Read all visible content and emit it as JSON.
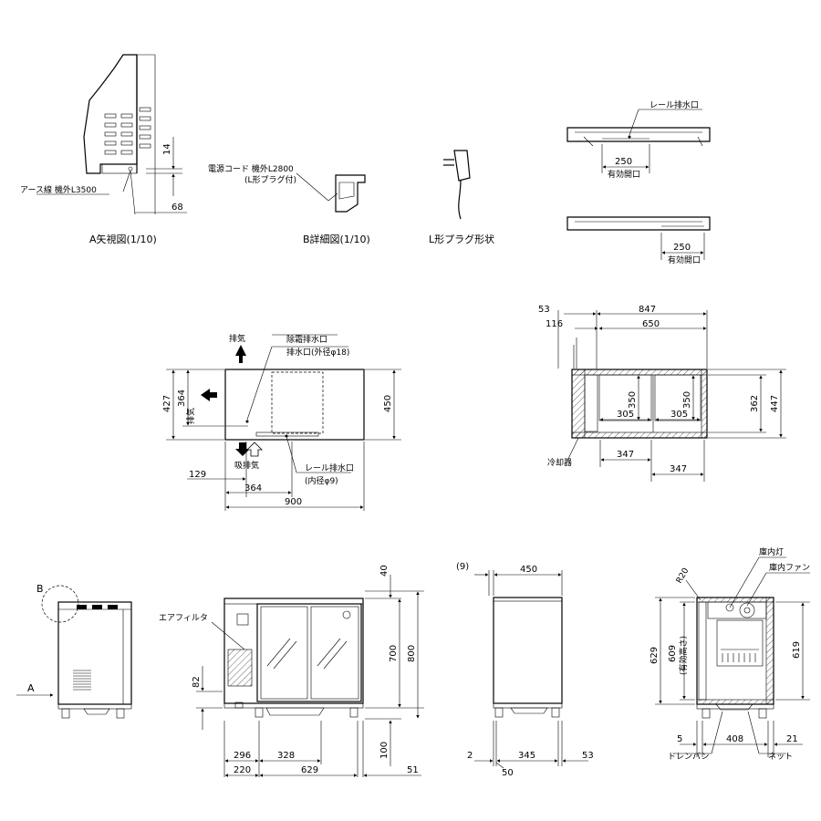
{
  "captions": {
    "view_a": "A矢視図(1/10)",
    "detail_b": "B詳細図(1/10)",
    "plug_shape": "L形プラグ形状"
  },
  "labels": {
    "earth_wire": "アース線  機外L3500",
    "power_cord": "電源コード  機外L2800",
    "plug_note": "(L形プラグ付)",
    "rail_drain": "レール排水口",
    "effective_opening": "有効開口",
    "exhaust": "排気",
    "intake_exhaust": "吸排気",
    "defrost_drain": "除霜排水口",
    "drain_outer": "排水口(外径φ18)",
    "rail_drain_inner": "レール排水口",
    "inner_dia": "(内径φ9)",
    "cooler": "冷却器",
    "air_filter": "エアフィルタ",
    "detail_mark": "B",
    "view_mark": "A",
    "inner_light": "庫内灯",
    "inner_fan": "庫内ファン",
    "radius": "R20",
    "effective_height": "(有効高さ)",
    "drain_pan": "ドレンパン",
    "net": "ネット"
  },
  "dims": {
    "d14": "14",
    "d68": "68",
    "d250a": "250",
    "d250b": "250",
    "d427": "427",
    "d364v": "364",
    "d450v": "450",
    "d129": "129",
    "d364h": "364",
    "d900": "900",
    "d53": "53",
    "d847": "847",
    "d116": "116",
    "d650": "650",
    "d350a": "350",
    "d350b": "350",
    "d305a": "305",
    "d305b": "305",
    "d362": "362",
    "d447": "447",
    "d347a": "347",
    "d347b": "347",
    "d40": "40",
    "d700": "700",
    "d800": "800",
    "d82": "82",
    "d100": "100",
    "d296": "296",
    "d328": "328",
    "d220": "220",
    "d629h": "629",
    "d51": "51",
    "d9": "(9)",
    "d450s": "450",
    "d2": "2",
    "d345": "345",
    "d53s": "53",
    "d50": "50",
    "d629v": "629",
    "d609": "609",
    "d619": "619",
    "d5": "5",
    "d408": "408",
    "d21": "21"
  }
}
